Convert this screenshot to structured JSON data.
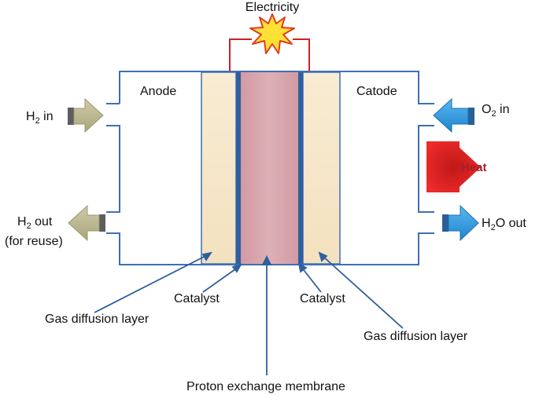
{
  "labels": {
    "electricity": "Electricity",
    "anode": "Anode",
    "catode": "Catode",
    "h2_in": {
      "base": "H",
      "sub": "2",
      "rest": " in"
    },
    "o2_in": {
      "base": "O",
      "sub": "2",
      "rest": " in"
    },
    "h2_out": {
      "base": "H",
      "sub": "2",
      "rest": " out"
    },
    "for_reuse": "(for reuse)",
    "h2o_out": {
      "base": "H",
      "sub": "2",
      "rest": "O out"
    },
    "heat": "Heat",
    "catalyst_left": "Catalyst",
    "catalyst_right": "Catalyst",
    "gdl_left": "Gas diffusion layer",
    "gdl_right": "Gas diffusion layer",
    "membrane": "Proton exchange membrane"
  },
  "colors": {
    "wire": "#cc2222",
    "housing": "#3f6fb5",
    "gas_diffusion_layer": "#f7e9cc",
    "membrane": "#d9a3aa",
    "catalyst": "#2f5f9e",
    "inlet_arrow_h2": "#b8b48c",
    "arrow_o2_h2o": "#3399dd",
    "heat": "#e02020",
    "spark": "#ffe135"
  },
  "icons": {
    "spark": "spark-icon",
    "h2_in_arrow": "arrow-right-icon",
    "o2_in_arrow": "arrow-left-icon",
    "h2_out_arrow": "arrow-left-icon",
    "h2o_out_arrow": "arrow-right-icon",
    "heat_arrow": "arrow-right-icon"
  }
}
